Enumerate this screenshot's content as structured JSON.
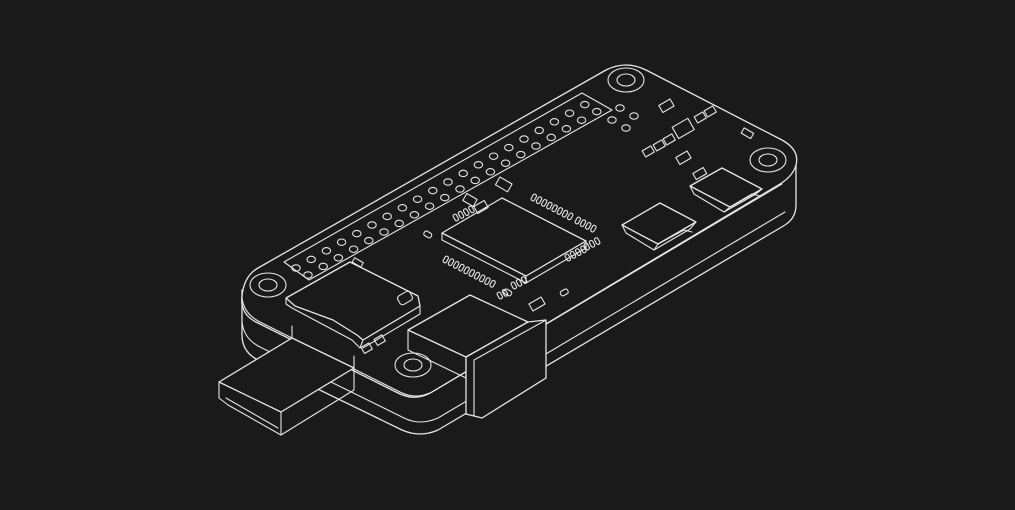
{
  "illustration": {
    "subject": "Isometric line drawing of a single-board computer with USB dongle connector",
    "style": "white outline on dark background",
    "colors": {
      "background": "#1a1a1a",
      "stroke": "#e6e6e6"
    },
    "components": [
      "board-enclosure",
      "gpio-header-40-pin",
      "main-soc-chip",
      "micro-sd-card-slot",
      "full-size-usb-a-plug",
      "mini-hdmi-port",
      "micro-usb-power-port",
      "mounting-holes-4",
      "smd-resistors-capacitors"
    ],
    "gpio": {
      "rows": 2,
      "columns": 20
    }
  }
}
